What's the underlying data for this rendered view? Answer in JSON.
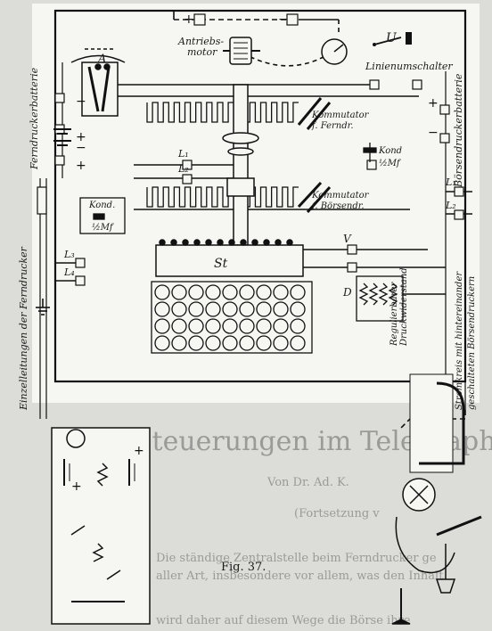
{
  "diagram": {
    "caption": "Fig. 37.",
    "labels": {
      "antriebsmotor_1": "Antriebs-",
      "antriebsmotor_2": "motor",
      "linienumschalter": "Linienumschalter",
      "letter_u": "U",
      "letter_a": "A",
      "letter_l1": "L₁",
      "letter_l2": "L₂",
      "letter_l1_right": "L₁",
      "letter_l2_right": "L₂",
      "letter_l3": "L₃",
      "letter_l4": "L₄",
      "letter_v": "V",
      "letter_d": "D",
      "letter_st": "St",
      "kommutator_ferndr_1": "Kommutator",
      "kommutator_ferndr_2": "f. Ferndr.",
      "kommutator_boersendr_1": "Kommutator",
      "kommutator_boersendr_2": "f. Börsendr.",
      "kond_left_1": "Kond.",
      "kond_left_2": "½Mf",
      "kond_right_1": "Kond",
      "kond_right_2": "½Mf",
      "ferndruckerbatterie": "Ferndruckerbatterie",
      "boersendruckerbatterie": "Börsendruckerbatterie",
      "regulierbarer_1": "Regulierbarer",
      "regulierbarer_2": "Druckwiderstand",
      "einzelleitungen": "Einzelleitungen der Ferndrucker",
      "stromkreis_1": "Stromkreis mit hintereinander",
      "stromkreis_2": "geschalteten Börsendruckern"
    },
    "polarity": {
      "plus": "+",
      "minus": "−"
    }
  },
  "page_text": {
    "heading": "Steuerungen im Telegraph",
    "byline": "Von Dr. Ad. K.",
    "line_1": "(Fortsetzung v",
    "line_2": "Die ständige Zentralstelle beim Ferndrucker ge",
    "line_3": "aller Art, insbesondere vor allem, was den Inhalt",
    "line_4": "wird daher auf diesem Wege die Börse ihre"
  }
}
